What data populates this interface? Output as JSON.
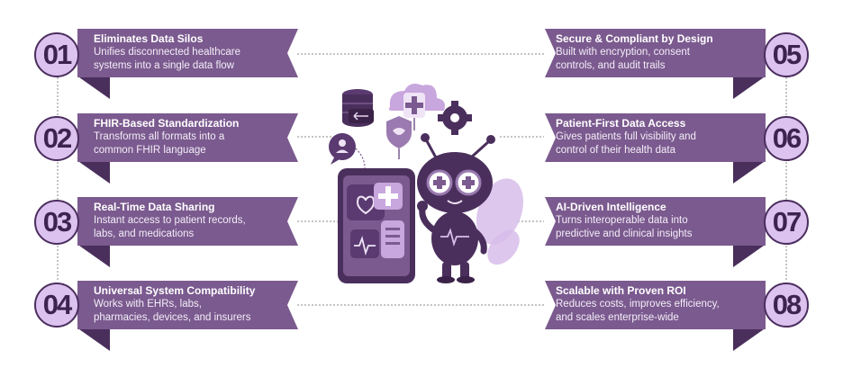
{
  "items": [
    {
      "number": "01",
      "title": "Eliminates Data Silos",
      "line1": "Unifies disconnected healthcare",
      "line2": "systems into a single data flow"
    },
    {
      "number": "02",
      "title": "FHIR-Based Standardization",
      "line1": "Transforms all formats into a",
      "line2": "common FHIR language"
    },
    {
      "number": "03",
      "title": "Real-Time Data Sharing",
      "line1": "Instant access to patient records,",
      "line2": "labs, and medications"
    },
    {
      "number": "04",
      "title": "Universal System Compatibility",
      "line1": "Works with EHRs, labs,",
      "line2": "pharmacies, devices, and insurers"
    },
    {
      "number": "05",
      "title": "Secure & Compliant by Design",
      "line1": "Built with encryption, consent",
      "line2": "controls, and audit trails"
    },
    {
      "number": "06",
      "title": "Patient-First Data Access",
      "line1": "Gives patients full visibility and",
      "line2": "control of their health data"
    },
    {
      "number": "07",
      "title": "AI-Driven Intelligence",
      "line1": "Turns interoperable data into",
      "line2": "predictive and clinical insights"
    },
    {
      "number": "08",
      "title": "Scalable with Proven ROI",
      "line1": "Reduces costs, improves efficiency,",
      "line2": "and scales enterprise-wide"
    }
  ],
  "colors": {
    "banner": "#7b5a8f",
    "banner_fold": "#4a2f5c",
    "badge_fill": "#dcc2ee",
    "badge_text": "#3d2350",
    "connector": "#8a8a8a",
    "accent": "#6b3f8a"
  },
  "icons": [
    "database-icon",
    "cloud-medical-icon",
    "gear-icon",
    "shield-icon",
    "chat-user-icon",
    "smartphone-icon",
    "heart-icon",
    "bee-mascot-icon"
  ]
}
